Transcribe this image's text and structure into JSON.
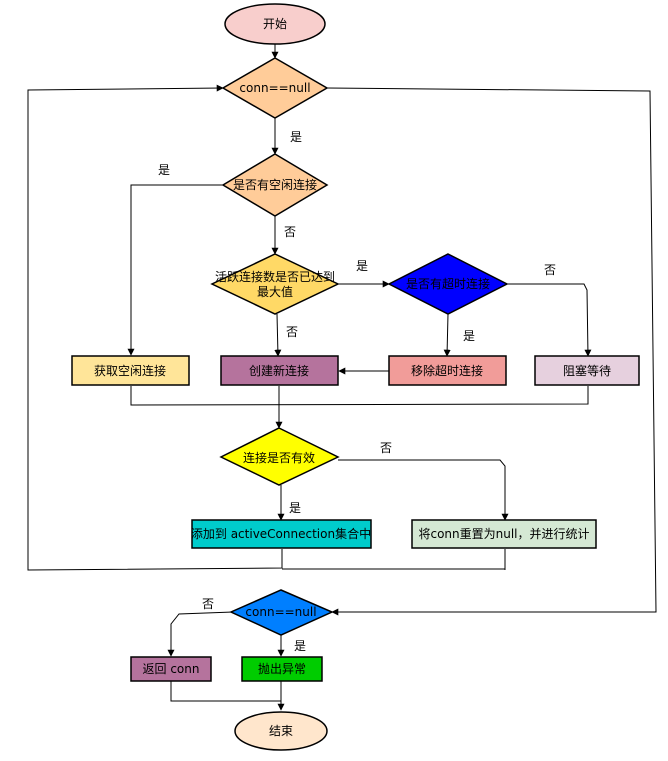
{
  "nodes": {
    "start": "开始",
    "conn_null_1": "conn==null",
    "has_idle": "是否有空闲连接",
    "active_max_line1": "活跃连接数是否已达到",
    "active_max_line2": "最大值",
    "has_timeout": "是否有超时连接",
    "get_idle": "获取空闲连接",
    "create_new": "创建新连接",
    "remove_timeout": "移除超时连接",
    "block_wait": "阻塞等待",
    "is_valid": "连接是否有效",
    "add_active": "添加到 activeConnection集合中",
    "reset_null": "将conn重置为null，并进行统计",
    "conn_null_2": "conn==null",
    "return_conn": "返回 conn",
    "throw_ex": "抛出异常",
    "end": "结束"
  },
  "labels": {
    "yes": "是",
    "no": "否"
  },
  "colors": {
    "start_end_fill": "#f8cecc",
    "end_fill": "#ffe6cc",
    "decision_orange": "#ffcc99",
    "decision_gold": "#ffd966",
    "decision_blue": "#0000ff",
    "decision_yellow": "#ffff00",
    "decision_azure": "#007fff",
    "get_idle_fill": "#ffe599",
    "create_new_fill": "#b5739d",
    "remove_timeout_fill": "#f19c99",
    "block_wait_fill": "#e6d0de",
    "add_active_fill": "#00cccc",
    "reset_null_fill": "#d5e8d4",
    "return_conn_fill": "#b5739d",
    "throw_ex_fill": "#00cc00"
  }
}
